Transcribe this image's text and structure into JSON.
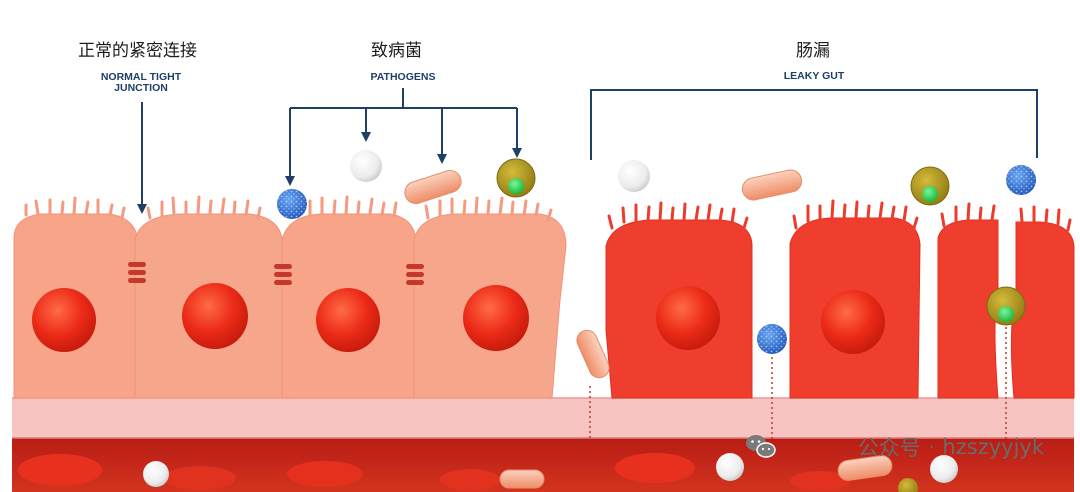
{
  "labels": {
    "normal_zh": "正常的紧密连接",
    "normal_en_1": "NORMAL TIGHT",
    "normal_en_2": "JUNCTION",
    "pathogens_zh": "致病菌",
    "pathogens_en": "PATHOGENS",
    "leaky_zh": "肠漏",
    "leaky_en": "LEAKY GUT"
  },
  "watermark": {
    "icon": "wechat-icon",
    "text": "公众号",
    "separator": "·",
    "account": "hzszyyjyk"
  },
  "colors": {
    "healthy_cell": "#f6a58a",
    "leaky_cell": "#ef3b2c",
    "nucleus": "#ec2a18",
    "junction": "#c0392b",
    "label_blue": "#1f3f66",
    "basement_membrane": "#f7c3c0",
    "blood_vessel": "#c8261d",
    "pathogen_blue": "#2c6fd1",
    "pathogen_white": "#f2f2f2",
    "pathogen_rod": "#f4a07f",
    "pathogen_olive": "#b59b1e",
    "pathogen_green": "#2ed24a"
  }
}
